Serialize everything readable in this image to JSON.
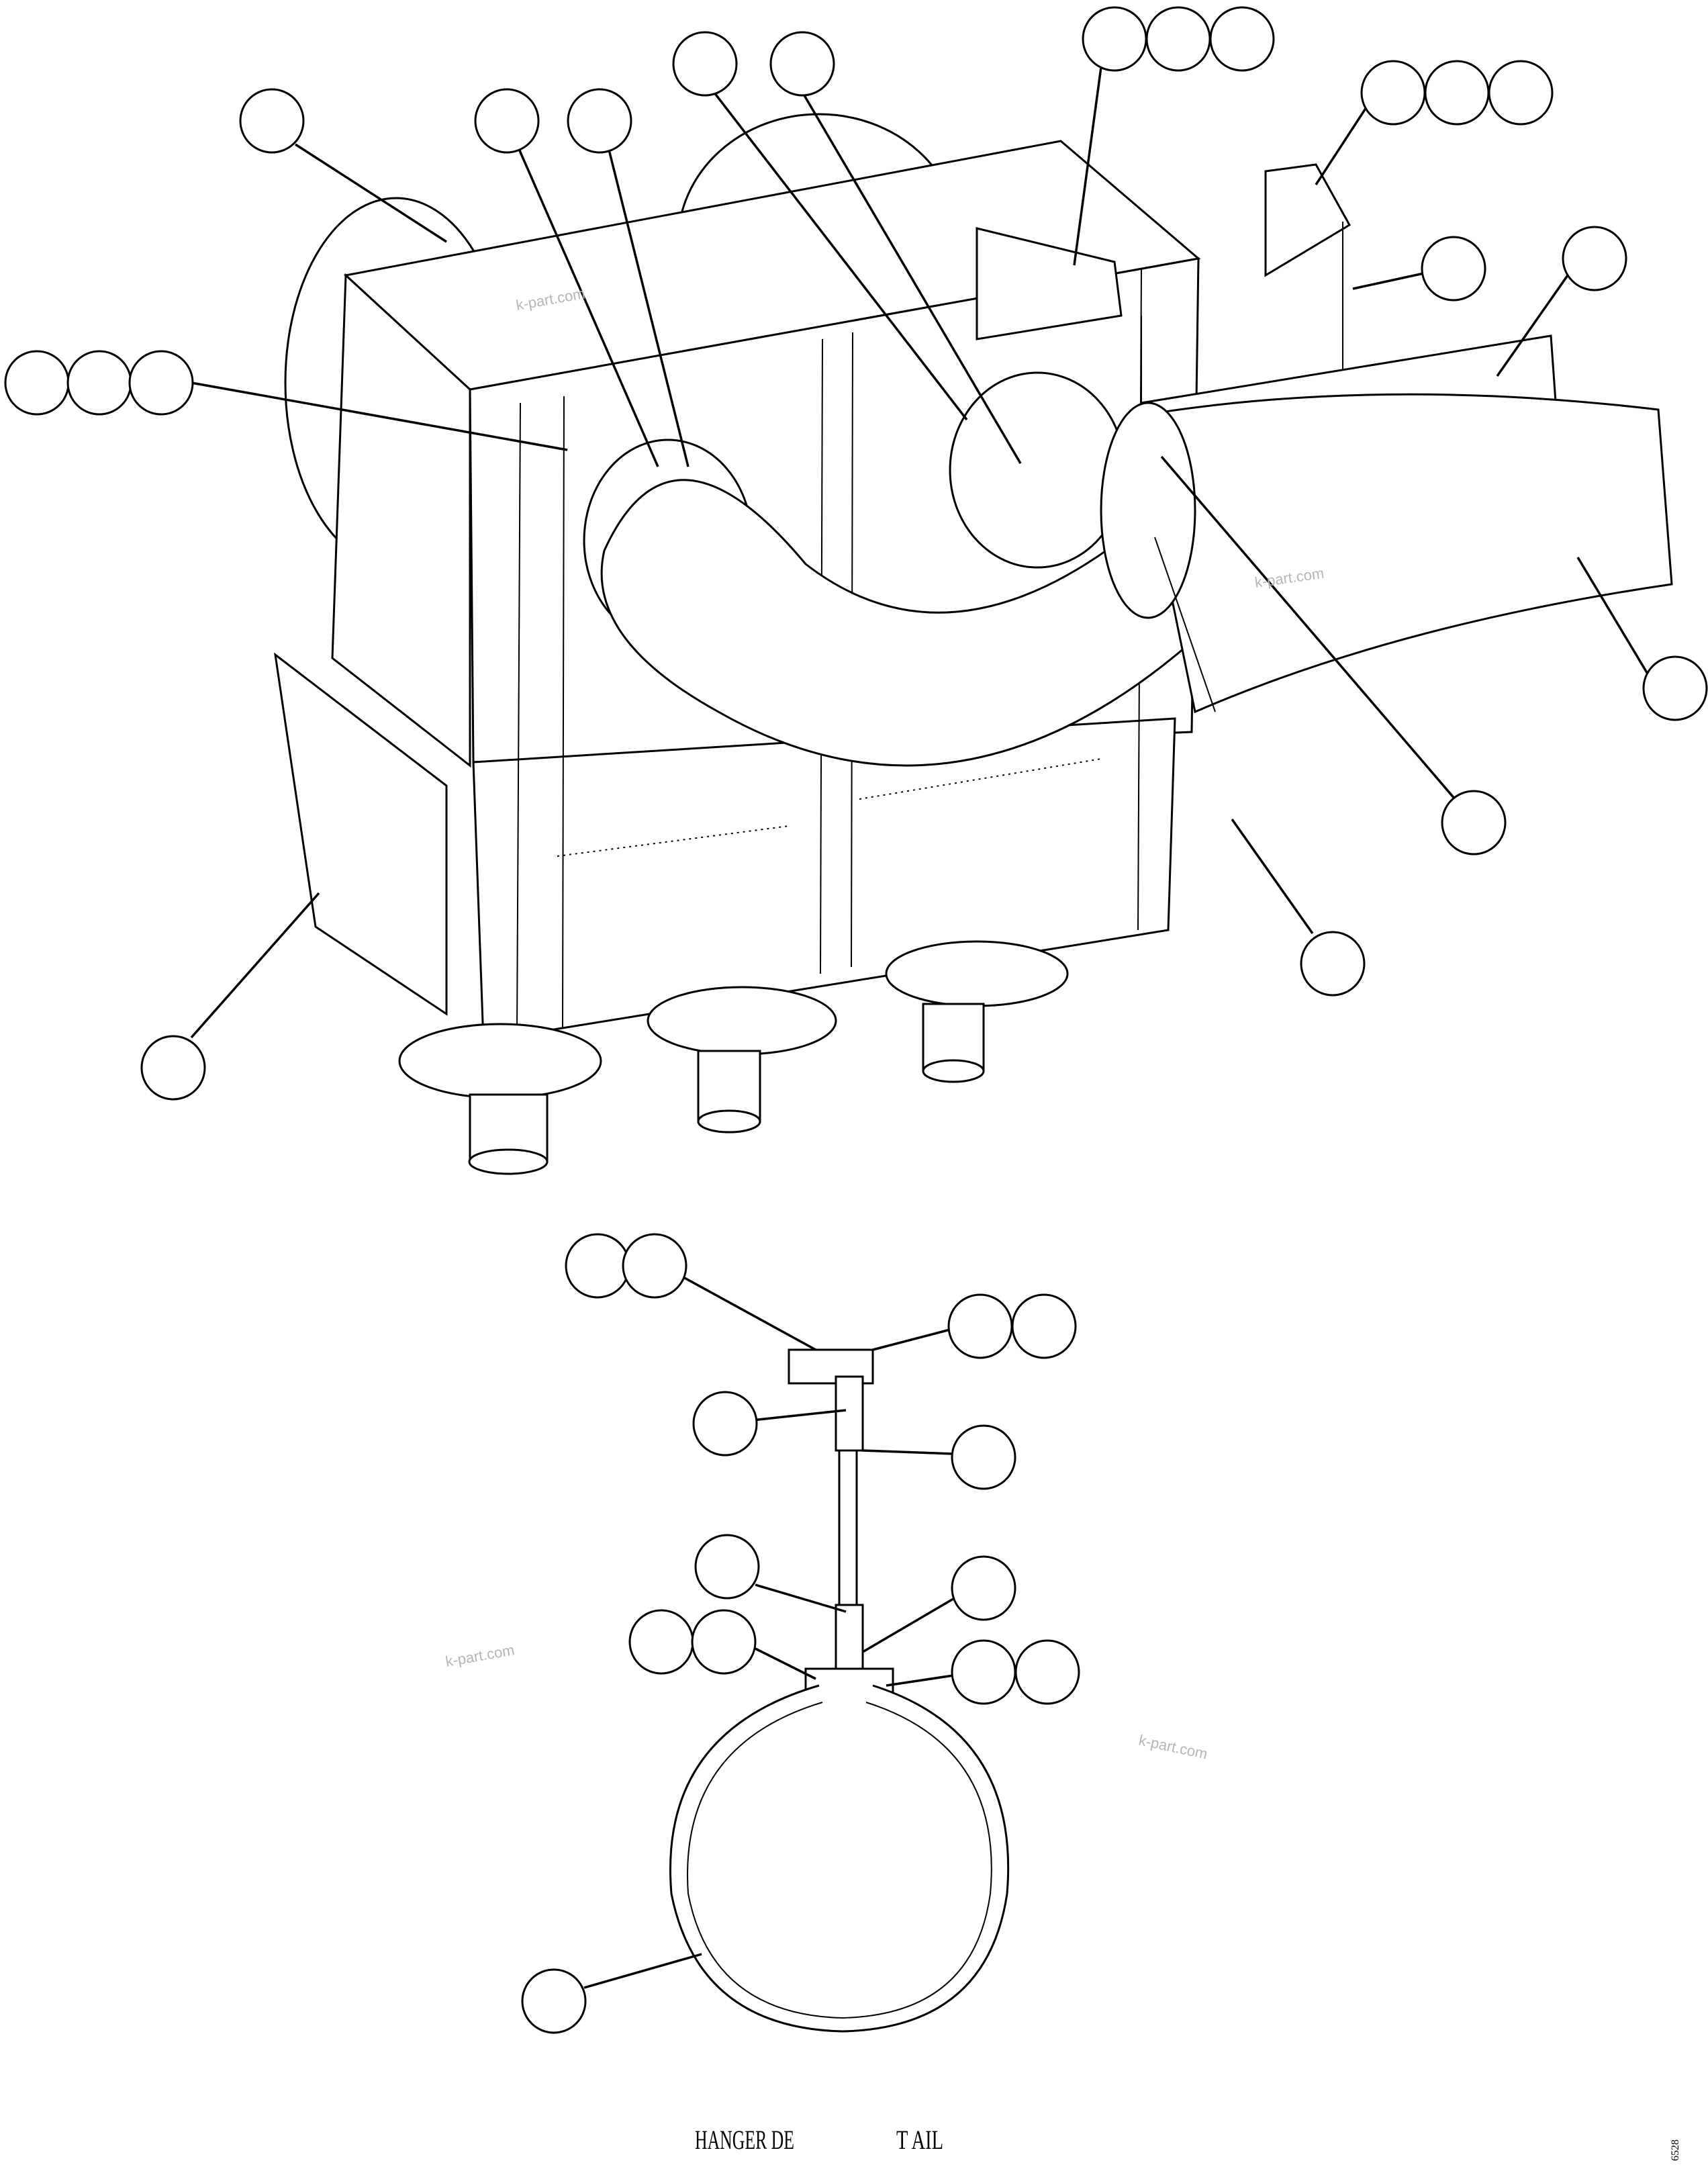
{
  "watermark": "k-part.com",
  "caption_left": "HANGER DE",
  "caption_right": "T AIL",
  "drawing_number": "6528"
}
